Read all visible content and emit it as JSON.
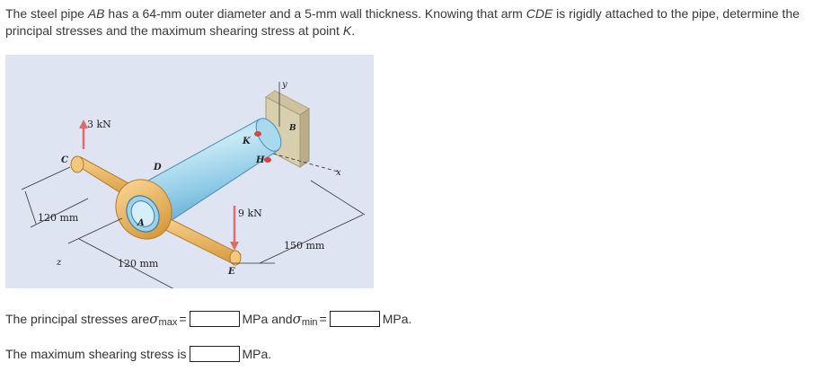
{
  "problem": {
    "p1": "The steel pipe ",
    "pipe_name": "AB",
    "p2": " has a 64-mm outer diameter and a 5-mm wall thickness. Knowing that arm ",
    "arm_name": "CDE",
    "p3": " is rigidly attached to the pipe, determine the principal stresses and the maximum shearing stress at point ",
    "point_name": "K",
    "p4": "."
  },
  "figure": {
    "background": "#dfe4f3",
    "labels": {
      "force_c": "3 kN",
      "force_e": "9 kN",
      "dim_left": "120 mm",
      "dim_bottom": "120 mm",
      "dim_right": "150 mm",
      "point_c": "C",
      "point_d": "D",
      "point_a": "A",
      "point_e": "E",
      "point_k": "K",
      "point_h": "H",
      "point_b": "B",
      "axis_x": "x",
      "axis_y": "y",
      "axis_z": "z"
    },
    "colors": {
      "pipe": "#9fd2ea",
      "arm": "#e8b25c",
      "wall": "#d9cfb0",
      "force_arrow": "#e26a6a",
      "point_marker": "#d9453a"
    }
  },
  "answers": {
    "line1_prefix": "The principal stresses are ",
    "sigma": "σ",
    "max_sub": "max",
    "eq1": "=",
    "unit_mid": "MPa and ",
    "min_sub": "min",
    "eq2": "=",
    "unit_end": "MPa.",
    "sigma_max_value": "",
    "sigma_min_value": "",
    "line2_prefix": "The maximum shearing stress is",
    "tau_max_value": "",
    "unit_tau": "MPa."
  }
}
